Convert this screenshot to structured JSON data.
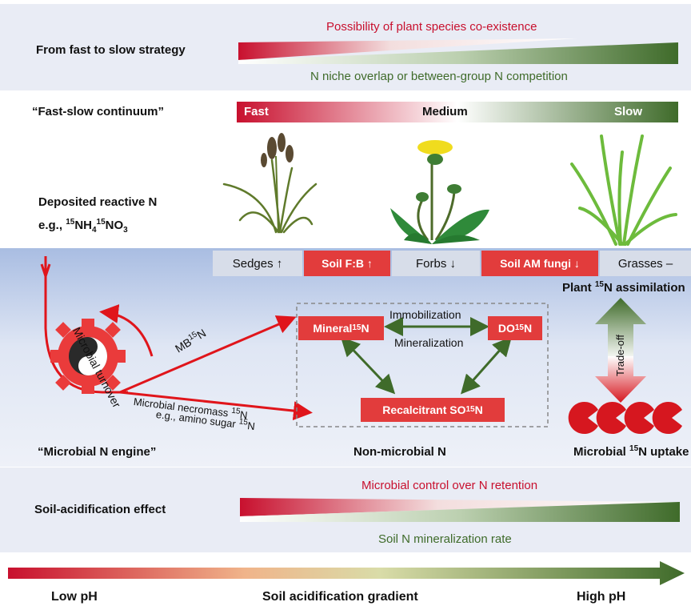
{
  "top_panel": {
    "strategy_label": "From fast to slow strategy",
    "coexistence_label": "Possibility of plant species co-existence",
    "overlap_label": "N niche overlap or between-group N competition"
  },
  "continuum": {
    "label": "“Fast-slow continuum”",
    "fast": "Fast",
    "medium": "Medium",
    "slow": "Slow"
  },
  "deposition": {
    "line1": "Deposited reactive N",
    "eg_prefix": "e.g., ",
    "sup1": "15",
    "nh": "NH",
    "sub4": "4",
    "sup2": "15",
    "no": "NO",
    "sub3": "3"
  },
  "plant_strip": {
    "sedges": "Sedges ↑",
    "soil_fb": "Soil F:B ↑",
    "forbs": "Forbs ↓",
    "soil_am": "Soil AM fungi ↓",
    "grasses": "Grasses  –"
  },
  "plant_assim": {
    "pre": "Plant ",
    "sup": "15",
    "post": "N assimilation"
  },
  "engine": {
    "turnover": "Microbial turnover",
    "mb": "MB",
    "mb_sup": "15",
    "mb_n": "N",
    "necromass": "Microbial necromass ",
    "necromass_sup": "15",
    "necromass_n": "N",
    "amino": "e.g., amino sugar ",
    "amino_sup": "15",
    "amino_n": "N",
    "label": "“Microbial N engine”"
  },
  "pools": {
    "mineral": "Mineral ",
    "mineral_sup": "15",
    "mineral_n": "N",
    "do": "DO",
    "do_sup": "15",
    "do_n": "N",
    "recal": "Recalcitrant SO",
    "recal_sup": "15",
    "recal_n": "N",
    "immobilization": "Immobilization",
    "mineralization": "Mineralization",
    "label": "Non-microbial N"
  },
  "tradeoff": "Trade-off",
  "micro_uptake": {
    "pre": "Microbial ",
    "sup": "15",
    "post": "N uptake"
  },
  "acid_panel": {
    "label": "Soil-acidification effect",
    "control": "Microbial control over N retention",
    "mineral_rate": "Soil N mineralization rate"
  },
  "gradient": {
    "low": "Low pH",
    "center": "Soil acidification gradient",
    "high": "High pH"
  },
  "colors": {
    "red": "#c8102e",
    "green": "#3f6b2a",
    "box": "#e23c3c",
    "panel": "#e9ecf5"
  }
}
